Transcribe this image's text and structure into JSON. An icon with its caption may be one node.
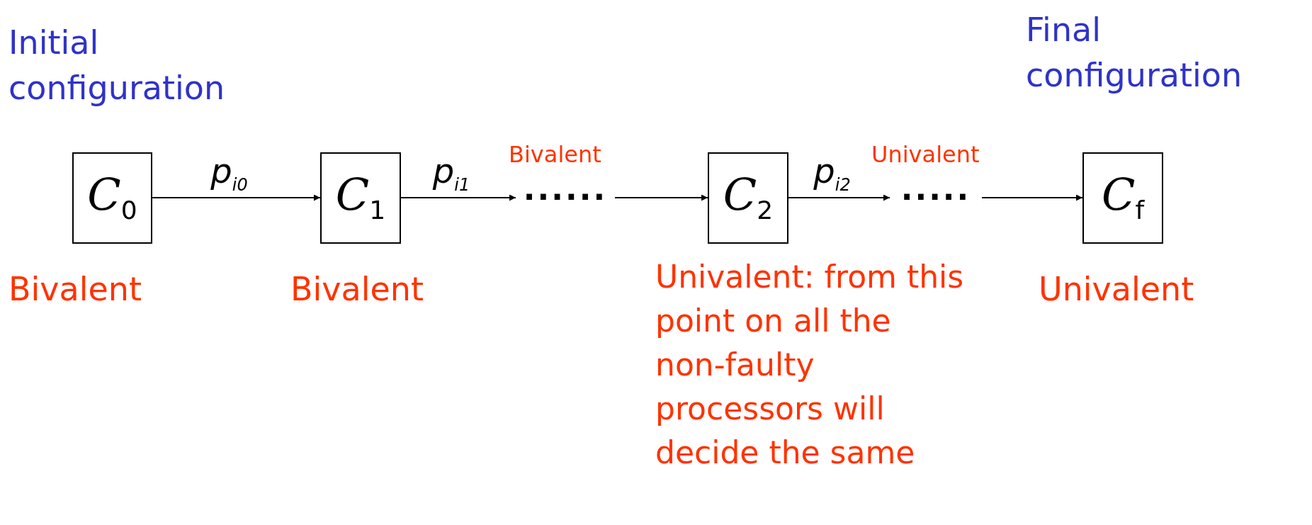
{
  "diagram": {
    "nodes": [
      {
        "text": [
          "*C*$_{0}$"
        ],
        "beside": [
          "Initial configuration",
          "Bivalent"
        ]
      },
      {
        "text": [
          "*C*$_{1}$"
        ],
        "beside": [
          "Bivalent"
        ]
      },
      {
        "text": [
          "......"
        ],
        "beside": [
          "Bivalent"
        ]
      },
      {
        "text": [
          "*C*$_{2}$"
        ],
        "beside": [
          "Univalent: from this point on all the non-faulty processors will decide the same"
        ]
      },
      {
        "text": [
          "....."
        ],
        "beside": [
          "Univalent"
        ]
      },
      {
        "text": [
          "*C*$_{f}$"
        ],
        "beside": [
          "Final configuration",
          "Univalent"
        ]
      }
    ],
    "edges": [
      {
        "from": 0,
        "to": 1,
        "arrow": "to",
        "label": "*p*$_{i0}$"
      },
      {
        "from": 1,
        "to": 2,
        "arrow": "to",
        "label": "*p*$_{i1}$"
      },
      {
        "from": 2,
        "to": 3,
        "arrow": "to"
      },
      {
        "from": 3,
        "to": 4,
        "arrow": "to",
        "label": "*p*$_{i2}$"
      },
      {
        "from": 4,
        "to": 5,
        "arrow": "to"
      }
    ]
  }
}
